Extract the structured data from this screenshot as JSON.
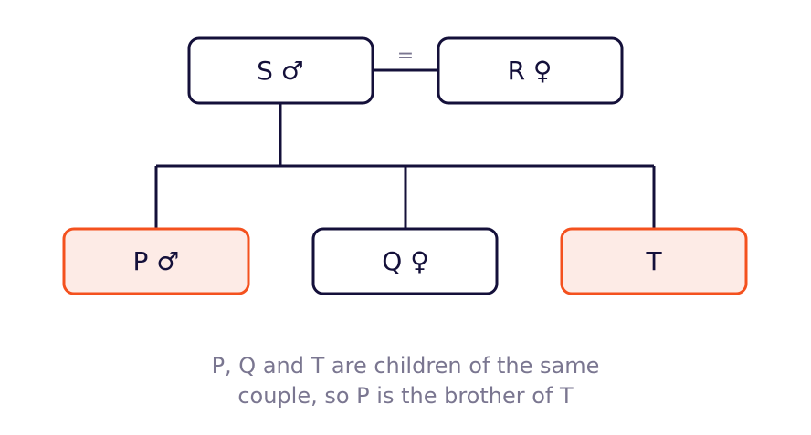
{
  "colors": {
    "line": "#14103a",
    "highlight_stroke": "#f4511e",
    "highlight_fill": "#fdebe6",
    "caption": "#7a7690"
  },
  "people": {
    "s": {
      "label": "S ♂"
    },
    "r": {
      "label": "R ♀"
    },
    "p": {
      "label": "P ♂",
      "highlighted": true
    },
    "q": {
      "label": "Q ♀"
    },
    "t": {
      "label": "T",
      "highlighted": true
    }
  },
  "marriage_symbol": "=",
  "caption": {
    "line1": "P, Q and T are children of the same",
    "line2": "couple, so P is the brother of T"
  }
}
